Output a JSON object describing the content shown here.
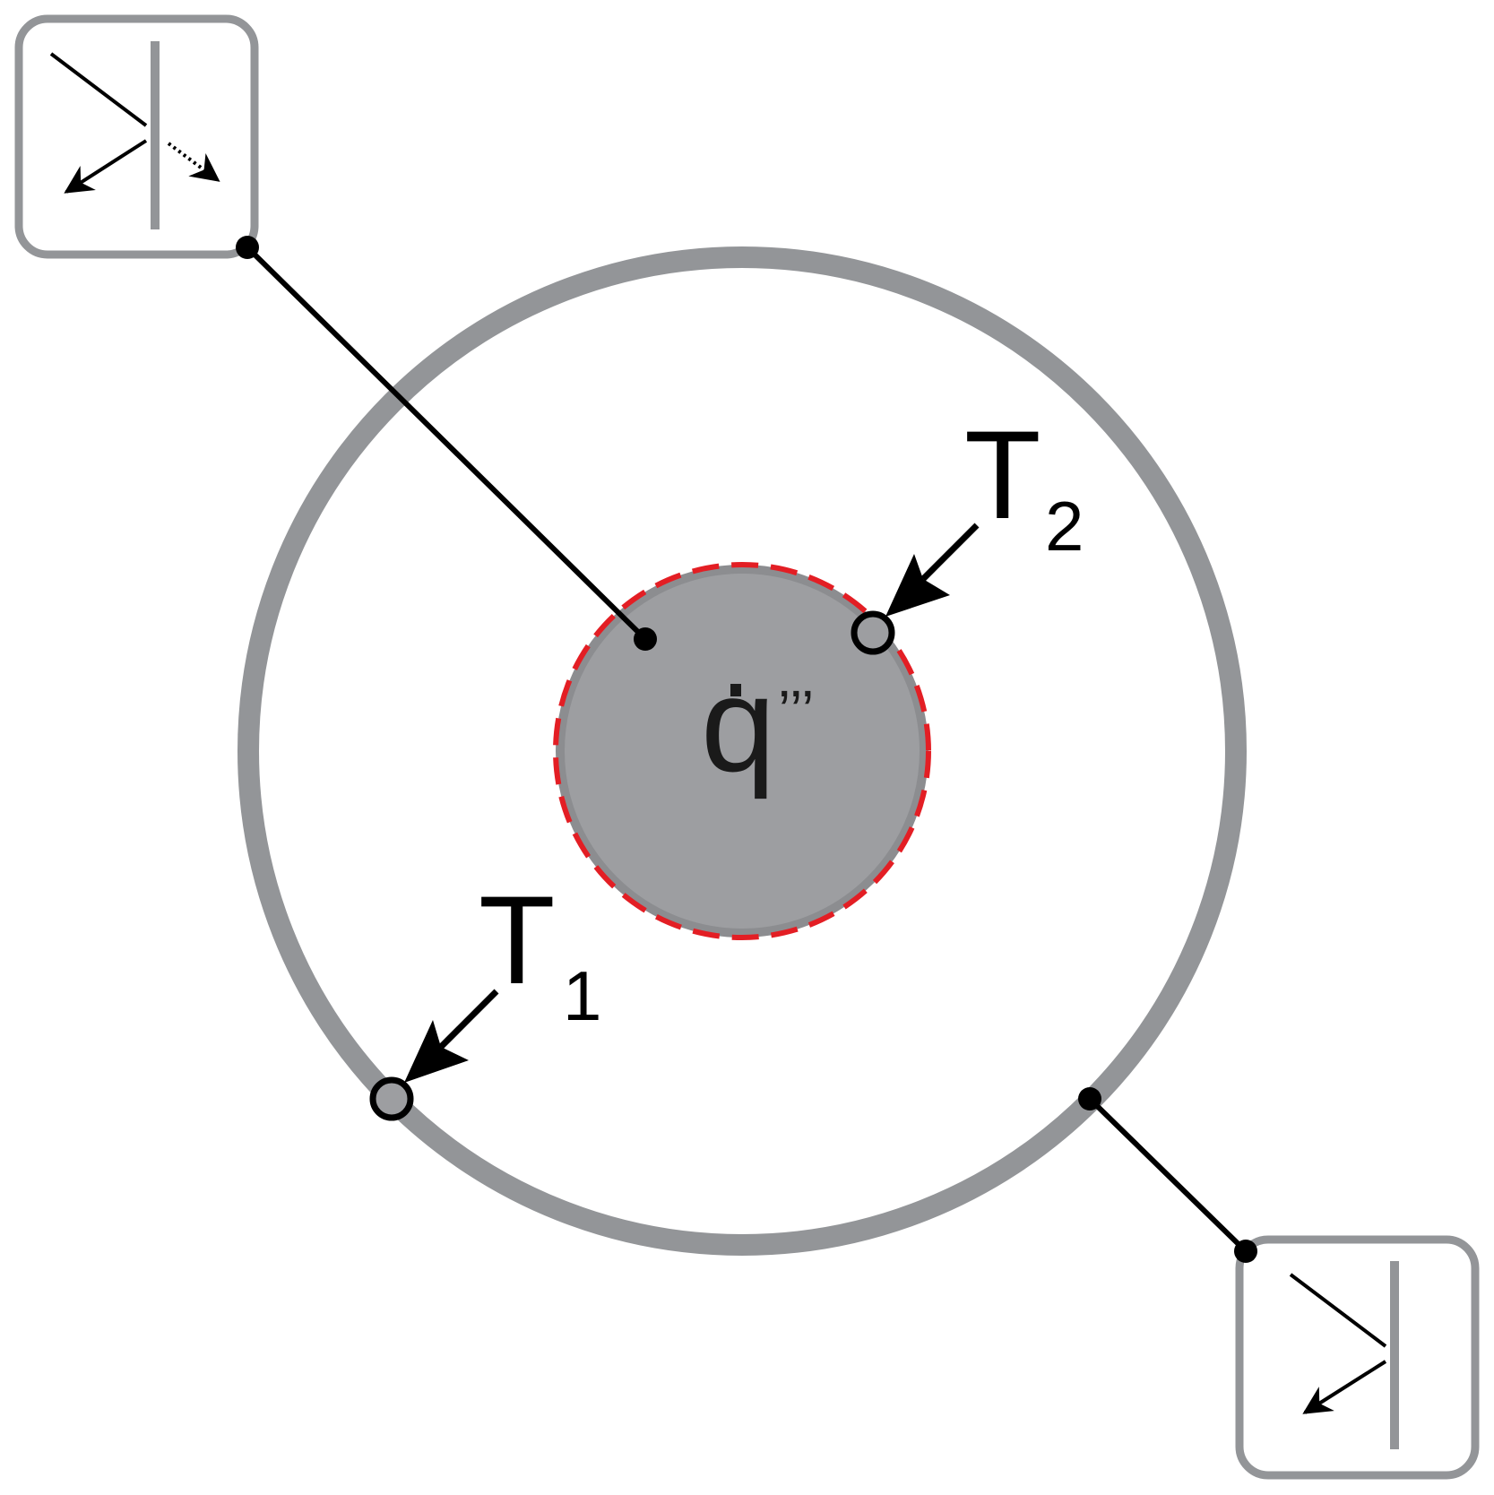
{
  "labels": {
    "t2_main": "T",
    "t2_sub": "2",
    "t1_main": "T",
    "t1_sub": "1",
    "q_letter": "q",
    "q_primes": "’’’"
  },
  "colors": {
    "ring": "#939598",
    "core_fill": "#9d9ea1",
    "core_boundary": "#e31e24",
    "box_border": "#939598",
    "probe_fill": "#9d9ea1",
    "ink": "#000000"
  },
  "icons": {
    "top_left_box": "reflecting-transmitting-interface-icon",
    "bottom_right_box": "reflecting-interface-icon"
  }
}
